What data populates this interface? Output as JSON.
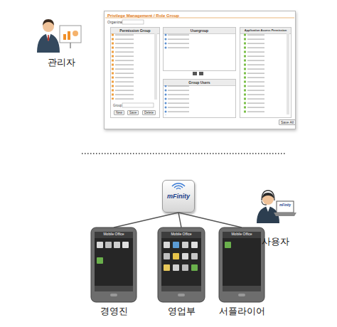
{
  "diagram": {
    "nodes": [
      {
        "text": [
          "관리자"
        ]
      },
      {
        "text": [
          "Privilege Management / Role Group",
          "Organization",
          "Save All"
        ]
      },
      {
        "text": [
          "Permission Group",
          "Group Name",
          "New",
          "Save",
          "Delete"
        ],
        "in": 1
      },
      {
        "text": [
          "Usergroup"
        ],
        "in": 1
      },
      {
        "text": [
          "Group Users"
        ],
        "in": 1
      },
      {
        "text": [
          "Application Access Permission"
        ],
        "in": 1
      },
      {
        "text": [
          "mFinity"
        ]
      },
      {
        "text": [
          "mFinity",
          "사용자"
        ]
      },
      {
        "text": [
          "Mobile Office",
          "경영진"
        ]
      },
      {
        "text": [
          "Mobile Office",
          "영업부"
        ]
      },
      {
        "text": [
          "Mobile Office",
          "서플라이어"
        ]
      }
    ],
    "edges": [
      {
        "from": 6,
        "to": 8,
        "arrow": "none"
      },
      {
        "from": 6,
        "to": 9,
        "arrow": "none"
      },
      {
        "from": 6,
        "to": 10,
        "arrow": "none"
      }
    ]
  }
}
